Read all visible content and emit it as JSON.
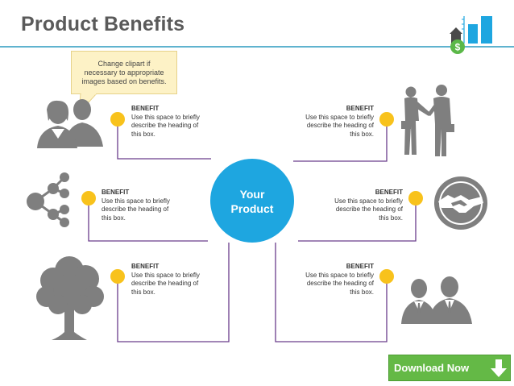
{
  "slide": {
    "title": "Product Benefits"
  },
  "callout": {
    "lines": [
      "Change clipart if",
      "necessary to appropriate",
      "images based on benefits."
    ]
  },
  "center": {
    "line1": "Your",
    "line2": "Product"
  },
  "benefits": [
    {
      "heading": "BENEFIT",
      "lines": [
        "Use this space to briefly",
        "describe the heading of",
        "this box."
      ]
    },
    {
      "heading": "BENEFIT",
      "lines": [
        "Use this space to briefly",
        "describe the heading of",
        "this box."
      ]
    },
    {
      "heading": "BENEFIT",
      "lines": [
        "Use this space to briefly",
        "describe the heading of",
        "this box."
      ]
    },
    {
      "heading": "BENEFIT",
      "lines": [
        "Use this space to briefly",
        "describe the heading of",
        "this box."
      ]
    },
    {
      "heading": "BENEFIT",
      "lines": [
        "Use this space to briefly",
        "describe the heading of",
        "this box."
      ]
    },
    {
      "heading": "BENEFIT",
      "lines": [
        "Use this space to briefly",
        "describe the heading of",
        "this box."
      ]
    }
  ],
  "icons": {
    "logo": "bar-chart-dollar-icon",
    "people_pair": "two-people-icon",
    "business_handshake": "businessmen-handshake-icon",
    "network": "network-share-icon",
    "handshake_circle": "handshake-circle-icon",
    "tree": "tree-icon",
    "businessmen": "two-businessmen-icon",
    "download_arrow": "download-arrow-icon"
  },
  "download": {
    "label": "Download Now"
  },
  "colors": {
    "accent": "#1ea6e0",
    "dot": "#f8c21c",
    "line": "#6b3d8c",
    "icon": "#7f7f7f",
    "download": "#64b946"
  }
}
